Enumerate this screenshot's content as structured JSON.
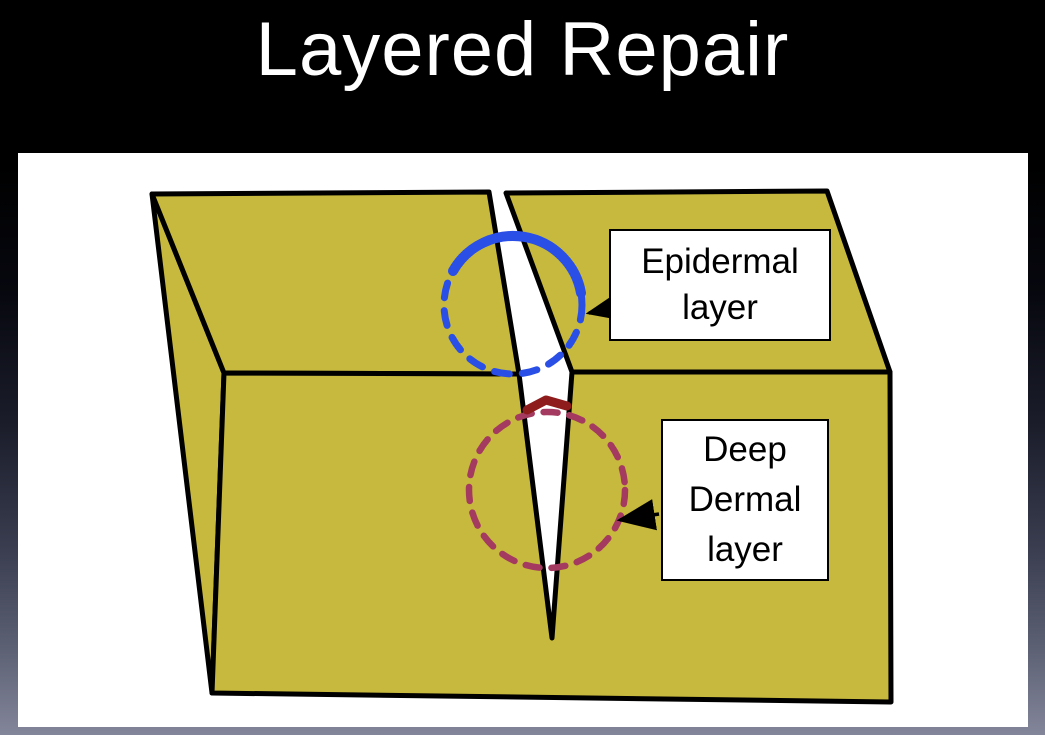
{
  "slide": {
    "title": "Layered Repair",
    "background_top": "#000000",
    "background_bottom": "#83869a",
    "panel_color": "#ffffff"
  },
  "diagram": {
    "skin_fill": "#c7b93d",
    "outline_color": "#000000",
    "epidermal": {
      "label_line1": "Epidermal",
      "label_line2": "layer",
      "suture_color": "#2a4fe6",
      "circle_color": "#2a4fe6"
    },
    "deep_dermal": {
      "label_line1": "Deep",
      "label_line2": "Dermal",
      "label_line3": "layer",
      "stitch_color": "#8e1c1c",
      "circle_color": "#a43a5f"
    },
    "arrow_color": "#000000"
  }
}
